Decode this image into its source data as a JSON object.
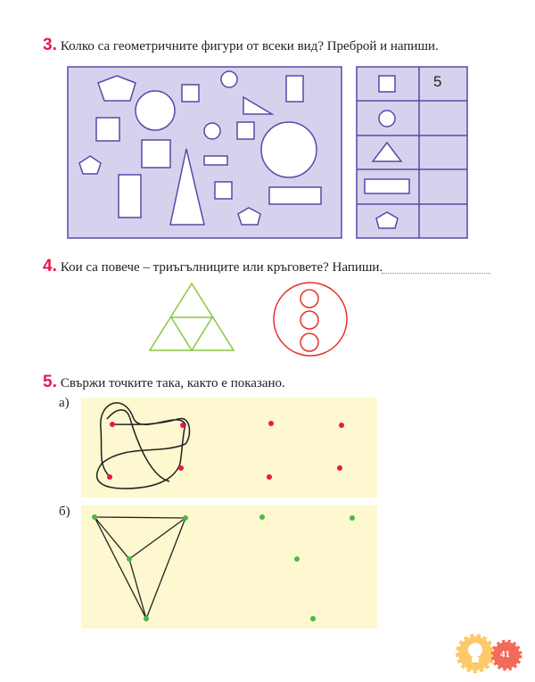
{
  "task3": {
    "number": "3.",
    "text": "Колко са геометричните фигури от всеки вид? Преброй и напиши.",
    "table": {
      "rows": [
        {
          "shape": "square",
          "count": "5"
        },
        {
          "shape": "circle",
          "count": ""
        },
        {
          "shape": "triangle",
          "count": ""
        },
        {
          "shape": "rectangle",
          "count": ""
        },
        {
          "shape": "pentagon",
          "count": ""
        }
      ]
    },
    "colors": {
      "panel": "#d6d2ee",
      "outline": "#5a48a8"
    }
  },
  "task4": {
    "number": "4.",
    "text": "Кои са повече – триъгълниците или кръговете? Напиши.",
    "answer_placeholder": "",
    "colors": {
      "triangles": "#8cc63f",
      "circles": "#e8302c"
    }
  },
  "task5": {
    "number": "5.",
    "text": "Свържи точките така, както е показано.",
    "part_a_label": "а)",
    "part_b_label": "б)",
    "colors": {
      "panel": "#fdf8cf",
      "dots_a": "#e8184a",
      "dots_b": "#4cb848"
    }
  },
  "footer": {
    "page_number": "41",
    "colors": {
      "bulb_gear": "#fdc96a",
      "page_gear": "#f26a5a"
    }
  }
}
